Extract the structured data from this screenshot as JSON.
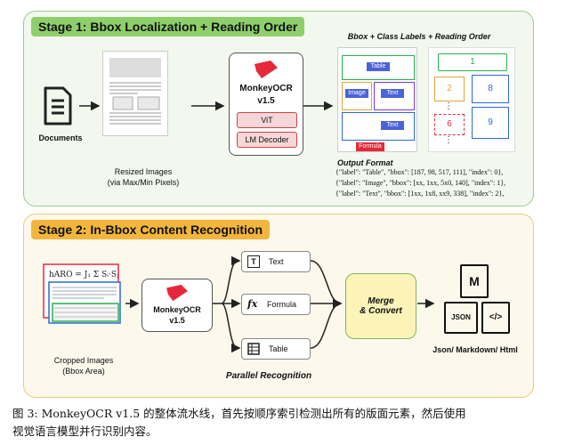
{
  "stage1": {
    "title": "Stage 1: Bbox Localization + Reading Order",
    "documents_label": "Documents",
    "resized_label_1": "Resized Images",
    "resized_label_2": "(via Max/Min Pixels)",
    "model_name": "MonkeyOCR",
    "model_version": "v1.5",
    "vit_label": "ViT",
    "lm_label": "LM Decoder",
    "bbox_header": "Bbox + Class Labels + Reading Order",
    "class_labels": [
      "Table",
      "Image",
      "Text",
      "Text",
      "Formula"
    ],
    "order_numbers": [
      "1",
      "2",
      "8",
      "6",
      "9"
    ],
    "ellipsis": "⋮",
    "output_format_label": "Output Format",
    "json_lines": [
      "{\"label\": \"Table\",   \"bbox\": [187, 98, 517, 111], \"index\": 0},",
      "{\"label\": \"Image\",   \"bbox\": [xx, 1xx, 5x0, 140], \"index\": 1},",
      "{\"label\": \"Text\",    \"bbox\": [1xx, 1x8, xx9, 338], \"index\": 2},"
    ]
  },
  "stage2": {
    "title": "Stage 2: In-Bbox Content Recognition",
    "cropped_label_1": "Cropped Images",
    "cropped_label_2": "(Bbox Area)",
    "model_name": "MonkeyOCR",
    "model_version": "v1.5",
    "outputs": [
      "Text",
      "Formula",
      "Table"
    ],
    "parallel_label": "Parallel Recognition",
    "merge_label_1": "Merge",
    "merge_label_2": "& Convert",
    "format_label": "Json/ Markdown/ Html",
    "json_icon_text": "JSON",
    "md_icon_text": "M",
    "html_icon_text": "</>",
    "formula_icon_text": "fx",
    "text_icon_text": "T"
  },
  "caption": {
    "line1": "图 3: MonkeyOCR v1.5 的整体流水线，首先按顺序索引检测出所有的版面元素，然后使用",
    "line2": "视觉语言模型并行识别内容。"
  },
  "colors": {
    "stage1_accent": "#8fcf6b",
    "stage2_accent": "#f3b63c",
    "logo_red": "#e6283a"
  }
}
